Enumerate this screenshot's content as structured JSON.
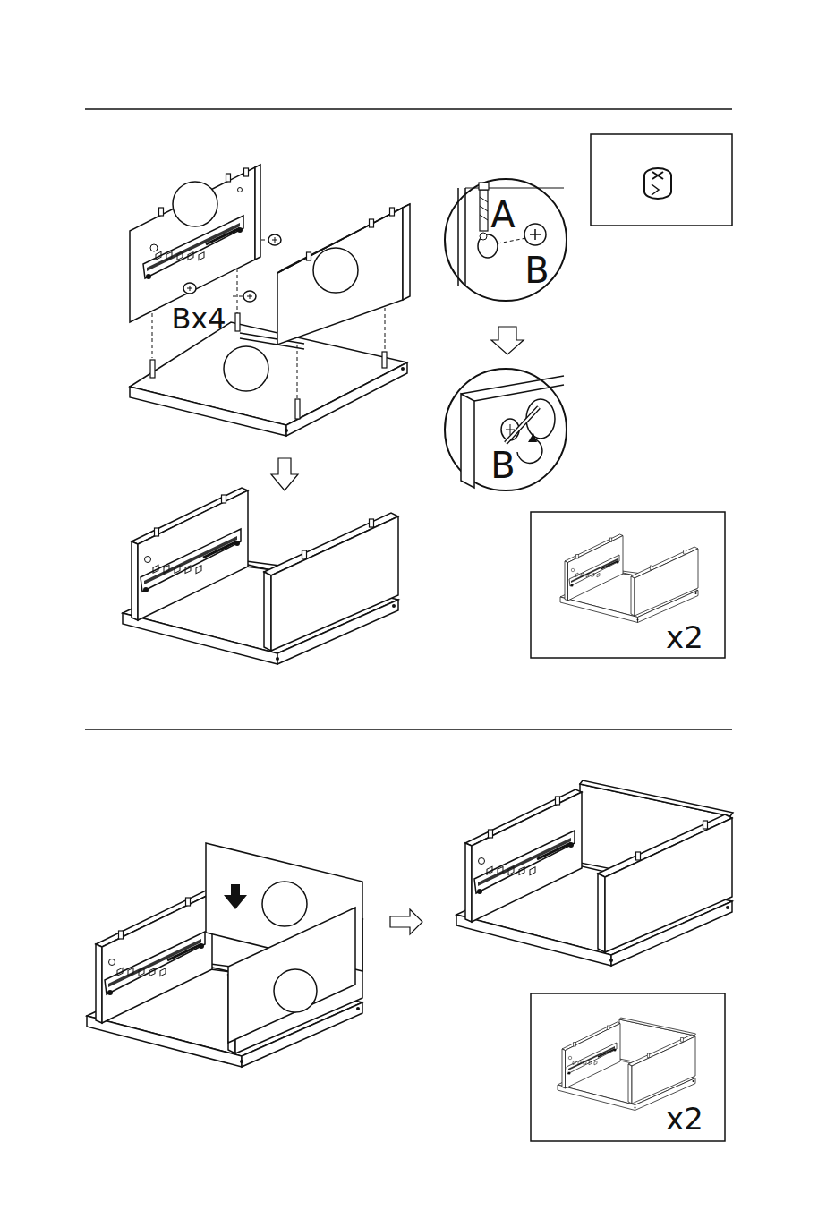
{
  "diagram": {
    "labels": [
      "A",
      "B",
      "Bx4",
      "B",
      "x2",
      "x2"
    ]
  }
}
